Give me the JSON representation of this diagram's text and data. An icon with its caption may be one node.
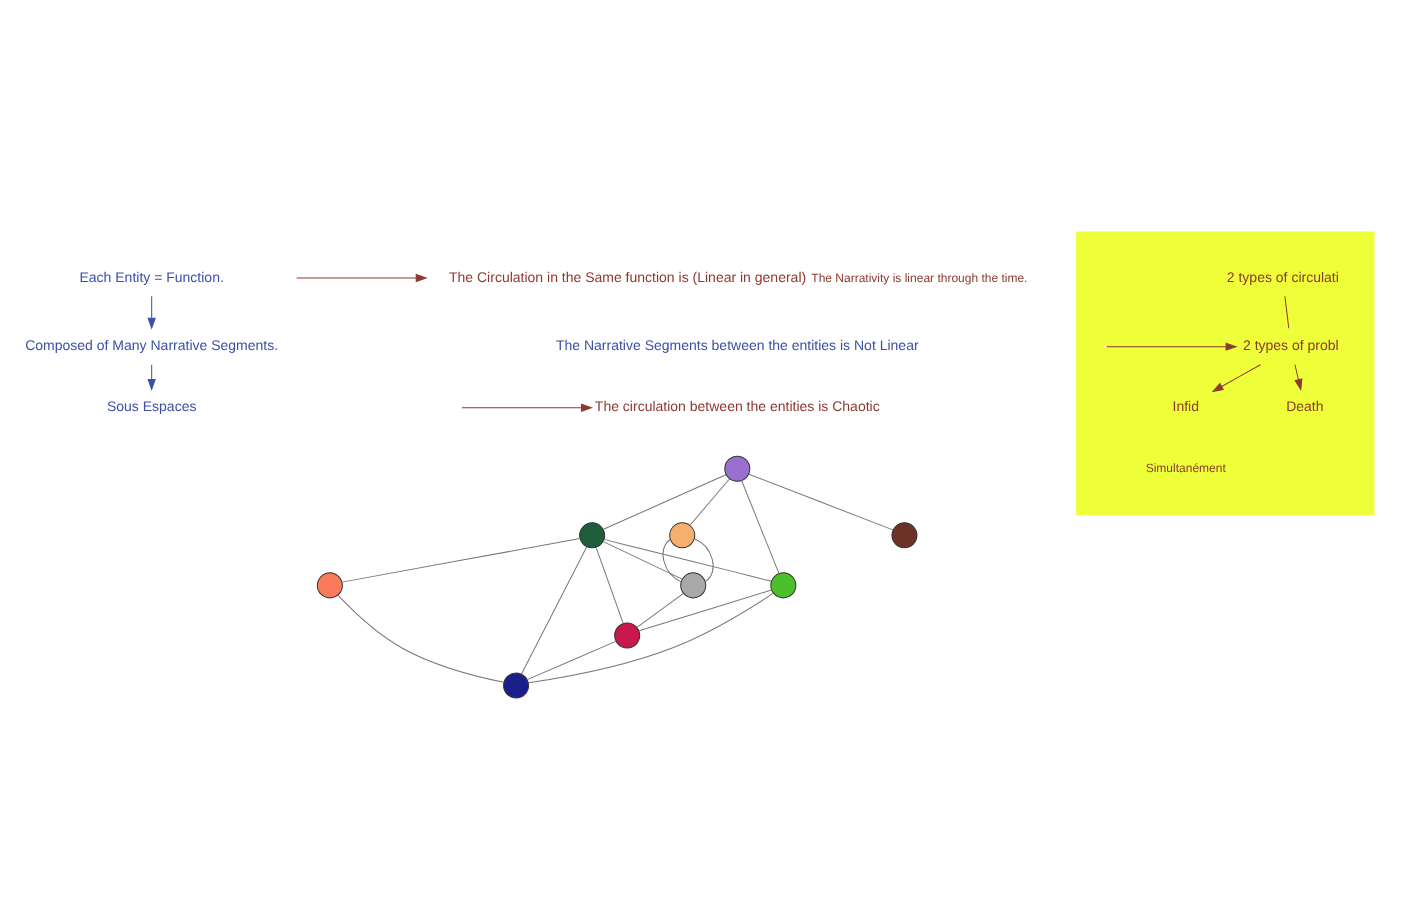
{
  "diagram": {
    "nodes": [
      {
        "text": [
          "Each Entity = Function."
        ]
      },
      {
        "text": [
          "Composed of Many Narrative Segments."
        ]
      },
      {
        "text": [
          "Sous Espaces"
        ]
      },
      {
        "text": [
          "The Circulation in the Same function is (Linear in general)"
        ],
        "beside": [
          "The Narrativity is linear through the time."
        ]
      },
      {
        "text": [
          "The Narrative Segments between the entities is Not Linear"
        ]
      },
      {
        "text": [
          "The circulation between the entities is Chaotic"
        ]
      },
      {
        "text": [],
        "shape": "circle"
      },
      {
        "text": [],
        "shape": "circle"
      },
      {
        "text": [],
        "shape": "circle"
      },
      {
        "text": [],
        "shape": "circle"
      },
      {
        "text": [],
        "shape": "circle"
      },
      {
        "text": [],
        "shape": "circle"
      },
      {
        "text": [],
        "shape": "circle"
      },
      {
        "text": [],
        "shape": "circle"
      },
      {
        "text": [],
        "shape": "circle"
      },
      {
        "text": [],
        "shape": "box"
      },
      {
        "text": [
          "2 types of circulati"
        ],
        "in": 15
      },
      {
        "text": [
          "2 types of probl"
        ],
        "in": 15
      },
      {
        "text": [
          "Death"
        ],
        "in": 15
      },
      {
        "text": [
          "Infid"
        ],
        "in": 15
      }
    ],
    "edges": [
      {
        "from": 0,
        "to": 1,
        "arrow": "to",
        "color": "#3b4fa8"
      },
      {
        "from": 1,
        "to": 2,
        "arrow": "to",
        "color": "#3b4fa8"
      },
      {
        "from": null,
        "to": 3,
        "arrow": "to",
        "color": "#8b3a2f"
      },
      {
        "from": null,
        "to": 5,
        "arrow": "to",
        "color": "#8b3a2f"
      },
      {
        "from": 6,
        "to": 13,
        "arrow": "none"
      },
      {
        "from": 6,
        "to": 10,
        "arrow": "none"
      },
      {
        "from": 10,
        "to": 13,
        "arrow": "none"
      },
      {
        "from": 6,
        "to": 8,
        "arrow": "none"
      },
      {
        "from": 6,
        "to": 7,
        "arrow": "none"
      },
      {
        "from": 10,
        "to": 14,
        "arrow": "none"
      },
      {
        "from": 10,
        "to": 12,
        "arrow": "none"
      },
      {
        "from": 12,
        "to": 14,
        "arrow": "none"
      },
      {
        "from": 13,
        "to": 14,
        "arrow": "none"
      },
      {
        "from": 13,
        "to": 11,
        "arrow": "none"
      },
      {
        "from": 10,
        "to": 9,
        "arrow": "none"
      },
      {
        "from": 7,
        "to": 9,
        "arrow": "none"
      },
      {
        "from": 7,
        "to": 9,
        "arrow": "none"
      },
      {
        "from": 9,
        "to": 11,
        "arrow": "none"
      },
      {
        "from": 11,
        "to": 14,
        "arrow": "none"
      },
      {
        "from": 10,
        "to": 11,
        "arrow": "none"
      },
      {
        "from": 16,
        "to": 17,
        "arrow": "none",
        "color": "#8b3a2f"
      },
      {
        "from": null,
        "to": 17,
        "arrow": "to",
        "color": "#8b3a2f"
      },
      {
        "from": 17,
        "to": 18,
        "arrow": "to",
        "color": "#8b3a2f"
      },
      {
        "from": 17,
        "to": 19,
        "arrow": "to",
        "color": "#8b3a2f"
      }
    ],
    "labels": [
      "Simultanément"
    ]
  }
}
